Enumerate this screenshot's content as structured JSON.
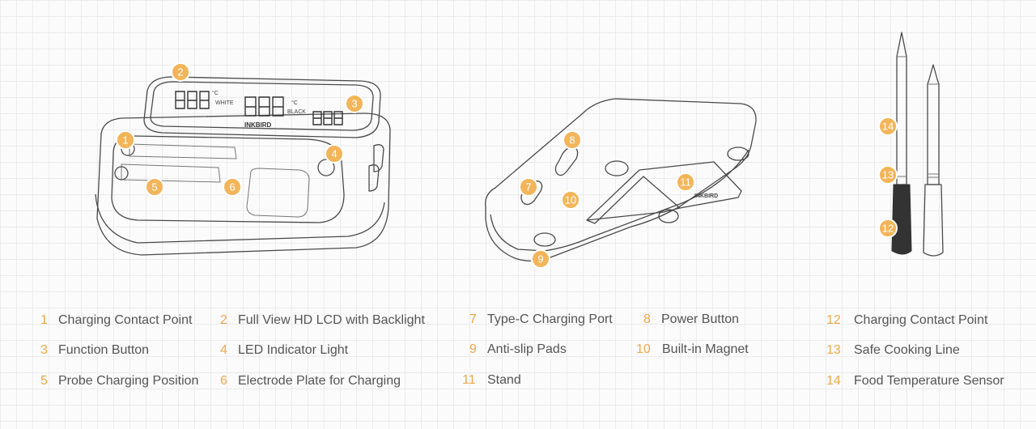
{
  "callouts": [
    "1",
    "2",
    "3",
    "4",
    "5",
    "6",
    "7",
    "8",
    "9",
    "10",
    "11",
    "12",
    "13",
    "14"
  ],
  "lcd": {
    "brand": "INKBIRD",
    "white": "WHITE",
    "black": "BLACK",
    "unit": "°C"
  },
  "stand_text": "INKBIRD",
  "legend": [
    {
      "num": "1",
      "label": "Charging Contact Point"
    },
    {
      "num": "2",
      "label": "Full View HD LCD with Backlight"
    },
    {
      "num": "3",
      "label": "Function Button"
    },
    {
      "num": "4",
      "label": "LED Indicator Light"
    },
    {
      "num": "5",
      "label": "Probe Charging Position"
    },
    {
      "num": "6",
      "label": "Electrode Plate for Charging"
    },
    {
      "num": "7",
      "label": "Type-C Charging Port"
    },
    {
      "num": "8",
      "label": "Power Button"
    },
    {
      "num": "9",
      "label": "Anti-slip Pads"
    },
    {
      "num": "10",
      "label": "Built-in Magnet"
    },
    {
      "num": "11",
      "label": "Stand"
    },
    {
      "num": "12",
      "label": "Charging Contact Point"
    },
    {
      "num": "13",
      "label": "Safe Cooking Line"
    },
    {
      "num": "14",
      "label": "Food Temperature Sensor"
    }
  ],
  "colors": {
    "accent": "#f3b55a",
    "number": "#f0a84b",
    "text": "#555555",
    "line": "#4a4a4a"
  }
}
